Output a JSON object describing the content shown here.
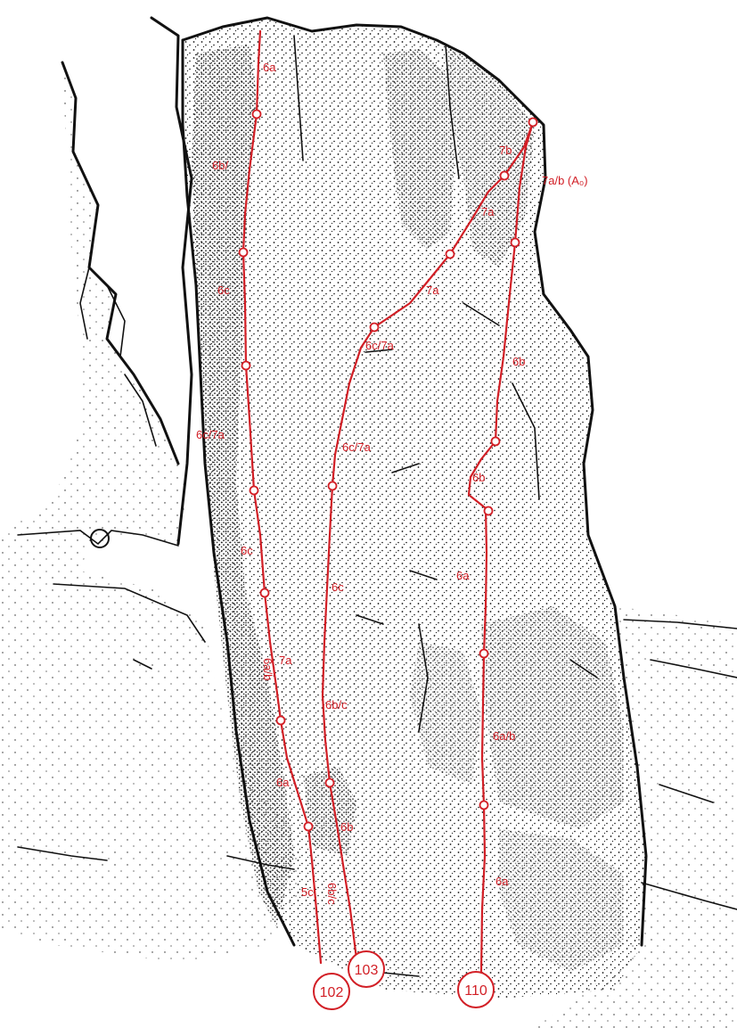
{
  "routes": [
    {
      "number": "102",
      "color": "#d21f26"
    },
    {
      "number": "103",
      "color": "#d21f26"
    },
    {
      "number": "110",
      "color": "#d21f26"
    }
  ],
  "grades": {
    "r102": [
      "6a",
      "6b/",
      "6c",
      "6c/7a",
      "6c",
      "7a",
      "6a",
      "5c"
    ],
    "r103": [
      "6c/7a",
      "6c/7a",
      "6c",
      "6b/c",
      "6b",
      "6b/c"
    ],
    "r110": [
      "7b",
      "7a/b (A₀)",
      "7a",
      "7a",
      "6b",
      "6b",
      "6a",
      "6a/b",
      "6a"
    ],
    "extra": [
      "6a/b"
    ]
  },
  "icons": {
    "belay": "belay-station-icon"
  }
}
